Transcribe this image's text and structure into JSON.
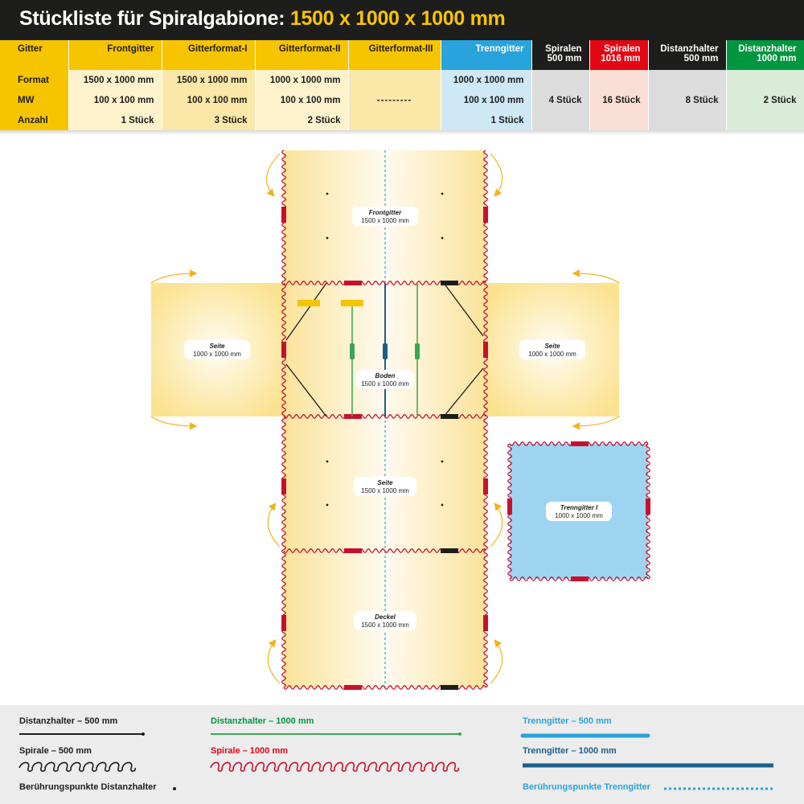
{
  "header": {
    "title_main": "Stückliste für Spiralgabione:",
    "title_dims": "1500 x 1000 x 1000 mm"
  },
  "table": {
    "header_row": {
      "gitter": "Gitter",
      "frontgitter": "Frontgitter",
      "gitterformat_1": "Gitterformat-I",
      "gitterformat_2": "Gitterformat-II",
      "gitterformat_3": "Gitterformat-III",
      "trenngitter": "Trenngitter",
      "spiralen_500_l1": "Spiralen",
      "spiralen_500_l2": "500 mm",
      "spiralen_1016_l1": "Spiralen",
      "spiralen_1016_l2": "1016 mm",
      "distanzhalter_500_l1": "Distanzhalter",
      "distanzhalter_500_l2": "500 mm",
      "distanzhalter_1000_l1": "Distanzhalter",
      "distanzhalter_1000_l2": "1000 mm"
    },
    "row_labels": {
      "format": "Format",
      "mw": "MW",
      "anzahl": "Anzahl"
    },
    "format": {
      "frontgitter": "1500 x 1000 mm",
      "gitterformat_1": "1500 x 1000 mm",
      "gitterformat_2": "1000 x 1000 mm",
      "trenngitter": "1000 x 1000 mm"
    },
    "mw": {
      "frontgitter": "100 x 100 mm",
      "gitterformat_1": "100 x 100 mm",
      "gitterformat_2": "100 x 100 mm",
      "gitterformat_3": "---------",
      "trenngitter": "100 x 100 mm"
    },
    "anzahl": {
      "frontgitter": "1 Stück",
      "gitterformat_1": "3 Stück",
      "gitterformat_2": "2 Stück",
      "trenngitter": "1 Stück"
    },
    "totals": {
      "spiralen_500": "4 Stück",
      "spiralen_1016": "16 Stück",
      "distanzhalter_500": "8 Stück",
      "distanzhalter_1000": "2 Stück"
    }
  },
  "panels": {
    "frontgitter": {
      "name": "Frontgitter",
      "size": "1500 x 1000 mm"
    },
    "seite_links": {
      "name": "Seite",
      "size": "1000 x 1000 mm"
    },
    "seite_rechts": {
      "name": "Seite",
      "size": "1000 x 1000 mm"
    },
    "boden": {
      "name": "Boden",
      "size": "1500 x 1000 mm"
    },
    "seite_mitte": {
      "name": "Seite",
      "size": "1500 x 1000 mm"
    },
    "deckel": {
      "name": "Deckel",
      "size": "1500 x 1000 mm"
    },
    "trenngitter": {
      "name": "Trenngitter I",
      "size": "1000 x 1000 mm"
    }
  },
  "legend": {
    "distanzhalter_500": "Distanzhalter – 500 mm",
    "spirale_500": "Spirale – 500 mm",
    "beruehrungspunkte_distanzhalter": "Berührungspunkte Distanzhalter",
    "distanzhalter_1000": "Distanzhalter – 1000 mm",
    "spirale_1000": "Spirale – 1000 mm",
    "trenngitter_500": "Trenngitter – 500 mm",
    "trenngitter_1000": "Trenngitter – 1000 mm",
    "beruehrungspunkte_trenngitter": "Berührungspunkte Trenngitter"
  },
  "colors": {
    "accent_yellow": "#f7c400",
    "panel_yellow": "#fbe7a0",
    "spiral_red": "#c8102e",
    "distanz_black": "#1d1d1b",
    "distanz_green": "#3aa655",
    "trenn_blue": "#29a3dc",
    "trenn_navy": "#1b5e8a",
    "arrow_gold": "#f2b31b"
  },
  "icons": [
    "fold-arrow-icon",
    "spiral-icon",
    "clip-icon"
  ]
}
